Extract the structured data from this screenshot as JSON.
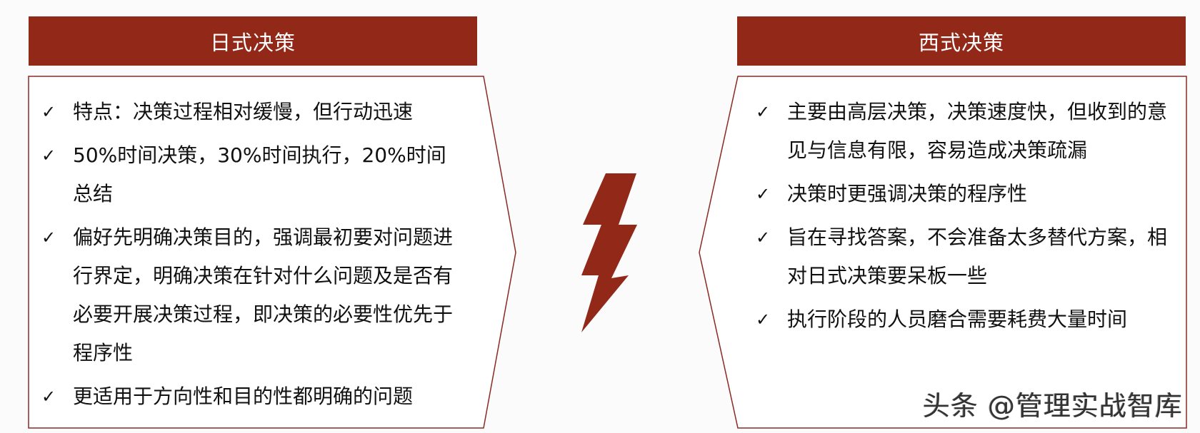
{
  "colors": {
    "accent": "#922818",
    "panel_border": "#8a2a22",
    "background": "#fbfbfb",
    "text": "#111111"
  },
  "left_panel": {
    "title": "日式决策",
    "bullet_icon": "checkmark-icon",
    "items": [
      {
        "check": "✓",
        "text": "特点：决策过程相对缓慢，但行动迅速"
      },
      {
        "check": "✓",
        "text": "50%时间决策，30%时间执行，20%时间总结"
      },
      {
        "check": "✓",
        "text": "偏好先明确决策目的，强调最初要对问题进行界定，明确决策在针对什么问题及是否有必要开展决策过程，即决策的必要性优先于程序性"
      },
      {
        "check": "✓",
        "text": "更适用于方向性和目的性都明确的问题"
      }
    ]
  },
  "center": {
    "icon": "lightning-bolt-icon"
  },
  "right_panel": {
    "title": "西式决策",
    "bullet_icon": "checkmark-icon",
    "items": [
      {
        "check": "✓",
        "text": "主要由高层决策，决策速度快，但收到的意见与信息有限，容易造成决策疏漏"
      },
      {
        "check": "✓",
        "text": "决策时更强调决策的程序性"
      },
      {
        "check": "✓",
        "text": "旨在寻找答案，不会准备太多替代方案，相对日式决策要呆板一些"
      },
      {
        "check": "✓",
        "text": "执行阶段的人员磨合需要耗费大量时间"
      }
    ]
  },
  "watermark": "头条 @管理实战智库"
}
